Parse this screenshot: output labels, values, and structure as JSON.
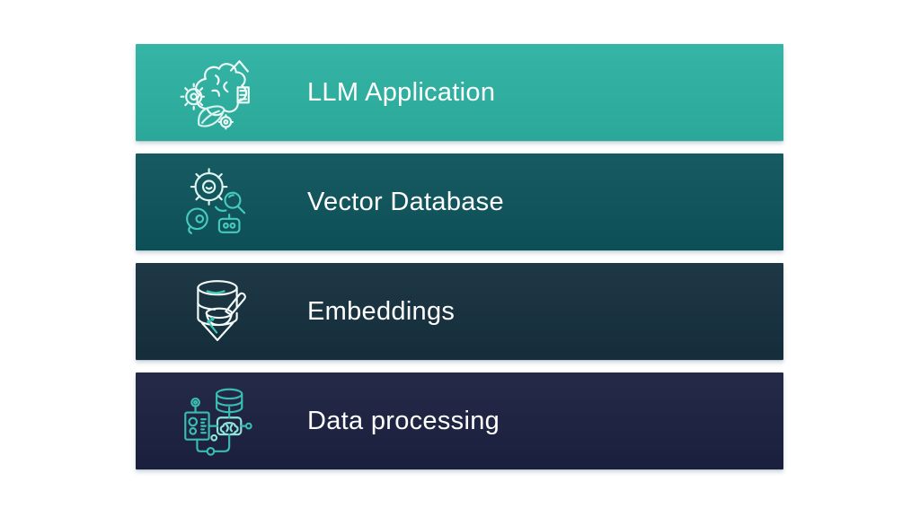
{
  "page": {
    "background_color": "#ffffff"
  },
  "diagram": {
    "label_color": "#ffffff",
    "bars": [
      {
        "label": "LLM Application",
        "color": "#2db2a2",
        "icon": "brain-gears-leaf-icon",
        "icon_stroke": "#eefaf7",
        "icon_accent": "#d6f2ec"
      },
      {
        "label": "Vector Database",
        "color": "#0e545c",
        "icon": "gear-head-magnifier-icon",
        "icon_stroke": "#ddf4f0",
        "icon_accent": "#45cabb"
      },
      {
        "label": "Embeddings",
        "color": "#16303e",
        "icon": "database-mortar-pestle-icon",
        "icon_stroke": "#f2fbf9",
        "icon_accent": "#3ec8b8"
      },
      {
        "label": "Data processing",
        "color": "#1b2140",
        "icon": "database-pipeline-icon",
        "icon_stroke": "#3abdb0",
        "icon_accent": "#8ce4d8"
      }
    ]
  }
}
